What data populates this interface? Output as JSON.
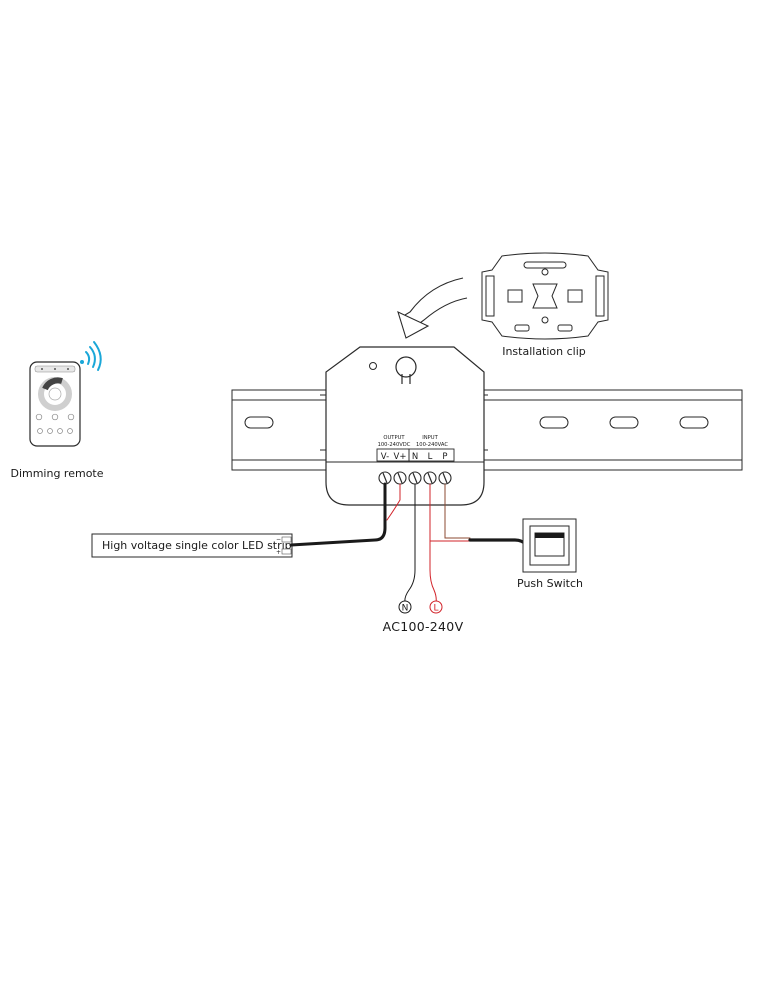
{
  "labels": {
    "dimming_remote": "Dimming remote",
    "installation_clip": "Installation clip",
    "led_strip": "High voltage single color LED strip",
    "push_switch": "Push Switch",
    "ac_supply": "AC100-240V",
    "neutral_mark": "N",
    "live_mark": "L"
  },
  "controller": {
    "output_title": "OUTPUT",
    "output_rating": "100-240VDC",
    "input_title": "INPUT",
    "input_rating": "100-240VAC",
    "terminals": [
      "V-",
      "V+",
      "N",
      "L",
      "P"
    ]
  },
  "strip": {
    "minus": "−",
    "plus": "+"
  },
  "colors": {
    "wire_red": "#d2232a",
    "wire_black": "#1a1a1a",
    "wire_brown": "#8b4a32",
    "signal_blue": "#1aa7d8",
    "outline": "#2a2a2a"
  }
}
